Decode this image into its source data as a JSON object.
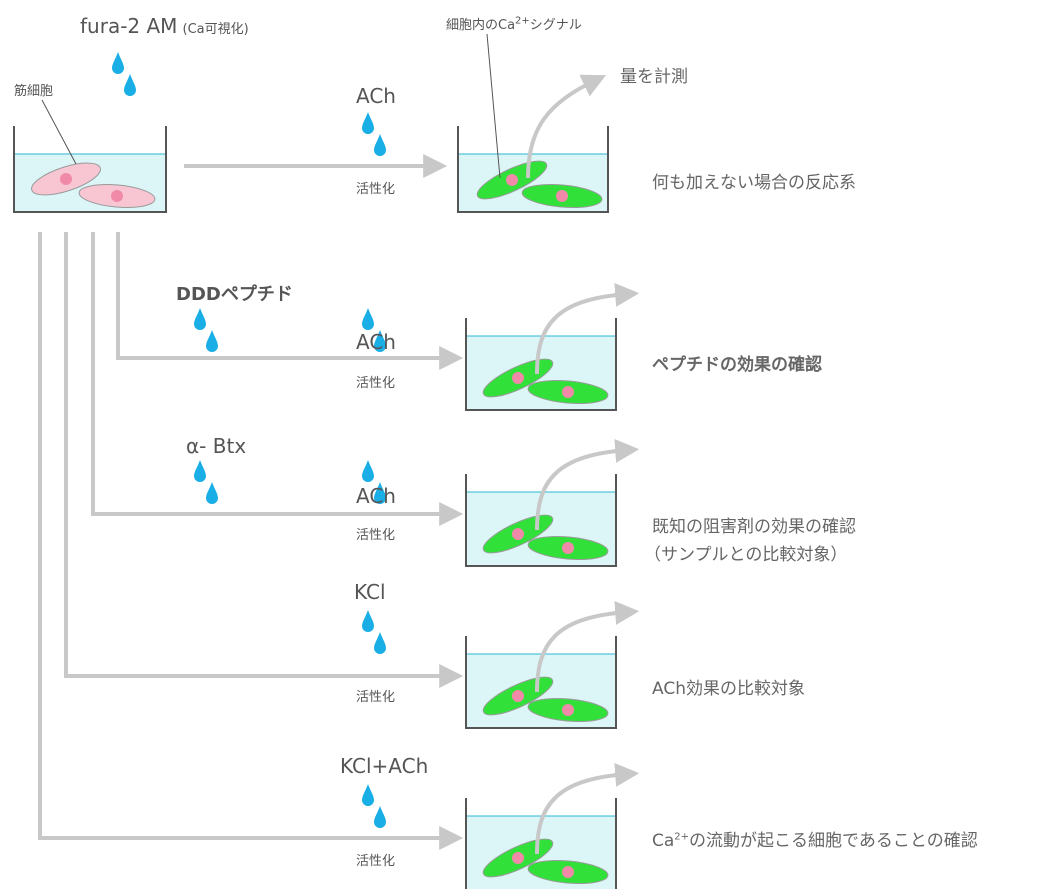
{
  "colors": {
    "line": "#c8c8c8",
    "drop": "#1aaee6",
    "medium": "#dcf6f8",
    "surface": "#29b5d3",
    "container": "#555555",
    "cell_resting": "#f7c6d2",
    "cell_active": "#32e03a",
    "nucleus": "#f08aa8"
  },
  "source": {
    "dye_main": "fura-2 AM",
    "dye_note": "(Ca可視化)",
    "cell_label": "筋細胞"
  },
  "top_row": {
    "reagent": "ACh",
    "activation": "活性化",
    "signal_label_prefix": "細胞内のCa",
    "signal_label_sup": "2+",
    "signal_label_suffix": "シグナル",
    "measure_label": "量を計測",
    "description": "何も加えない場合の反応系"
  },
  "rows": [
    {
      "pre_reagent": "DDDペプチド",
      "reagent": "ACh",
      "activation": "活性化",
      "description": "ペプチドの効果の確認"
    },
    {
      "pre_reagent": "α- Btx",
      "reagent": "ACh",
      "activation": "活性化",
      "description_line1": "既知の阻害剤の効果の確認",
      "description_line2": "（サンプルとの比較対象）"
    },
    {
      "reagent": "KCl",
      "activation": "活性化",
      "description": "ACh効果の比較対象"
    },
    {
      "reagent": "KCl+ACh",
      "activation": "活性化",
      "description_prefix": "Ca",
      "description_sup": "2+",
      "description_suffix": "の流動が起こる細胞であることの確認"
    }
  ]
}
